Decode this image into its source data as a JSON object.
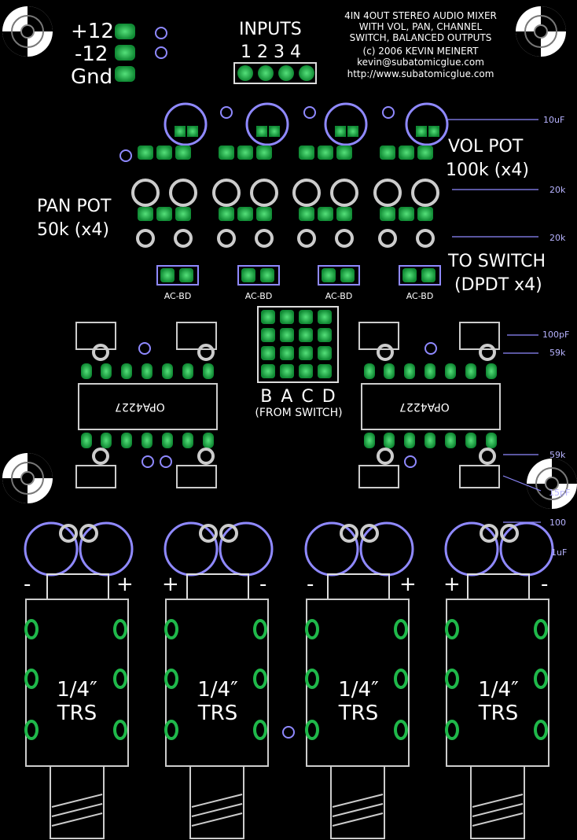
{
  "power": {
    "plus12": "+12",
    "minus12": "-12",
    "gnd": "Gnd"
  },
  "inputs": {
    "title": "INPUTS",
    "numbers": "1 2 3 4"
  },
  "credits": {
    "line1": "4IN 4OUT STEREO AUDIO MIXER",
    "line2": "WITH VOL, PAN, CHANNEL",
    "line3": "SWITCH, BALANCED OUTPUTS",
    "line4": "(c) 2006 KEVIN MEINERT",
    "line5": "kevin@subatomicglue.com",
    "line6": "http://www.subatomicglue.com"
  },
  "labels": {
    "vol_pot_1": "VOL POT",
    "vol_pot_2": "100k (x4)",
    "pan_pot_1": "PAN POT",
    "pan_pot_2": "50k (x4)",
    "to_switch_1": "TO SWITCH",
    "to_switch_2": "(DPDT x4)",
    "acbd": [
      "AC-BD",
      "AC-BD",
      "AC-BD",
      "AC-BD"
    ],
    "bacd": "B A C D",
    "from_switch": "(FROM SWITCH)",
    "opamp": "OPA4227"
  },
  "values": {
    "c10uf": "10uF",
    "r20k_a": "20k",
    "r20k_b": "20k",
    "c100pf": "100pF",
    "r59k_a": "59k",
    "r59k_b": "59k",
    "c15pf": "15pF",
    "r100": "100",
    "c1uf": "1uF"
  },
  "jacks": [
    {
      "label_1": "1/4″",
      "label_2": "TRS",
      "left_sign": "-",
      "right_sign": "+"
    },
    {
      "label_1": "1/4″",
      "label_2": "TRS",
      "left_sign": "+",
      "right_sign": "-"
    },
    {
      "label_1": "1/4″",
      "label_2": "TRS",
      "left_sign": "-",
      "right_sign": "+"
    },
    {
      "label_1": "1/4″",
      "label_2": "TRS",
      "left_sign": "+",
      "right_sign": "-"
    }
  ],
  "colors": {
    "copper": "#1fb84a",
    "pad_blue": "#1a4fc7",
    "silk": "#ffffff",
    "annotation": "#b7b3ff",
    "background": "#000000"
  }
}
